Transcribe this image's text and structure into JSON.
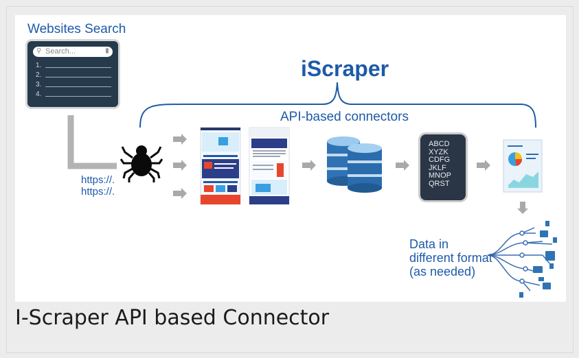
{
  "search_title": "Websites Search",
  "search_placeholder": "Search...",
  "search_results": [
    "1.",
    "2.",
    "3.",
    "4."
  ],
  "brand": "iScraper",
  "connectors_label": "API-based connectors",
  "urls": [
    "https://.",
    "https://."
  ],
  "codes": [
    "ABCD",
    "XYZK",
    "CDFG",
    "JKLF",
    "MNOP",
    "QRST"
  ],
  "output_label": [
    "Data in",
    "different format",
    "(as needed)"
  ],
  "caption": "I-Scraper API based Connector",
  "icons": [
    "spider-icon",
    "webpage-icon",
    "database-icon",
    "report-icon",
    "tree-icon"
  ],
  "colors": {
    "accent": "#1e5aa8",
    "arrow": "#a9a9a9",
    "panel": "#ffffff",
    "dark_card": "#263a4c"
  }
}
